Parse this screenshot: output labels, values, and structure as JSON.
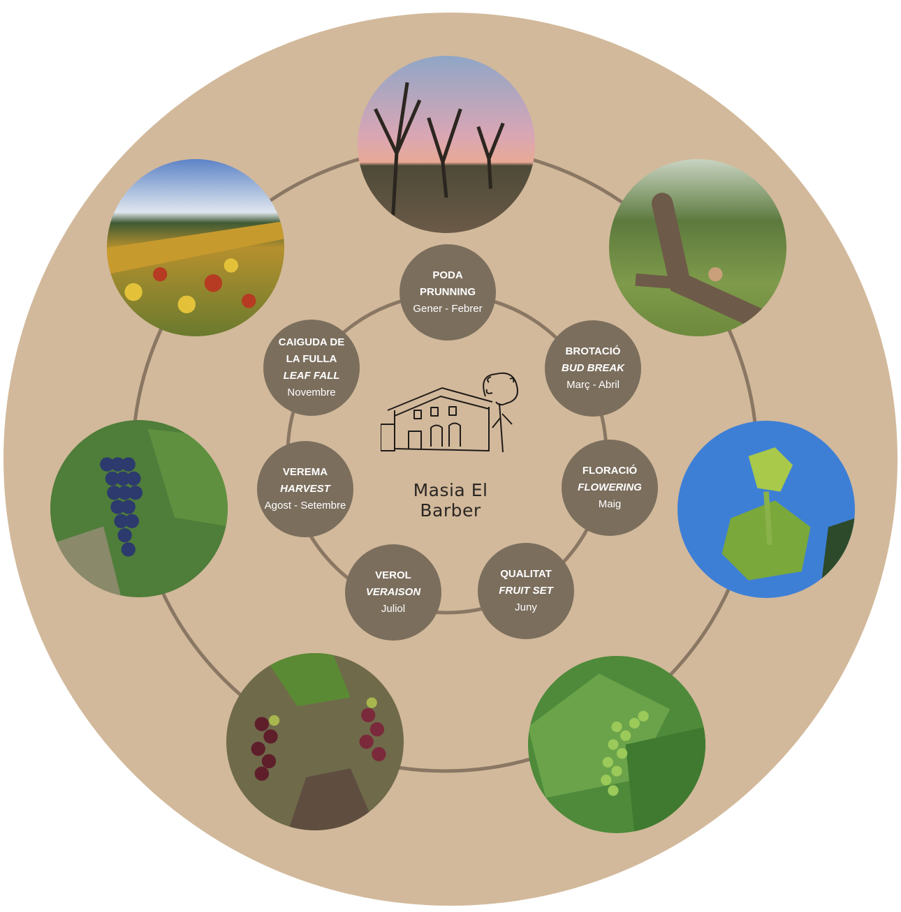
{
  "brand": {
    "name": "Masia El Barber"
  },
  "colors": {
    "background_disc": "#d2b99b",
    "ring_line": "#8a7763",
    "node_fill": "#7b6e5d",
    "node_text": "#ffffff"
  },
  "stages": [
    {
      "title": "PODA",
      "english": "PRUNNING",
      "months": "Gener - Febrer",
      "photo": "pruned-vines-sunset-photo"
    },
    {
      "title": "BROTACIÓ",
      "english": "BUD BREAK",
      "months": "Març - Abril",
      "photo": "bud-break-vine-photo"
    },
    {
      "title": "FLORACIÓ",
      "english": "FLOWERING",
      "months": "Maig",
      "photo": "vine-shoot-sky-photo"
    },
    {
      "title": "QUALITAT",
      "english": "FRUIT SET",
      "months": "Juny",
      "photo": "green-berries-photo"
    },
    {
      "title": "VEROL",
      "english": "VERAISON",
      "months": "Juliol",
      "photo": "veraison-grapes-photo"
    },
    {
      "title": "VEREMA",
      "english": "HARVEST",
      "months": "Agost - Setembre",
      "photo": "ripe-grapes-photo"
    },
    {
      "title": "CAIGUDA DE\nLA FULLA",
      "english": "LEAF FALL",
      "months": "Novembre",
      "photo": "autumn-vineyard-photo"
    }
  ]
}
